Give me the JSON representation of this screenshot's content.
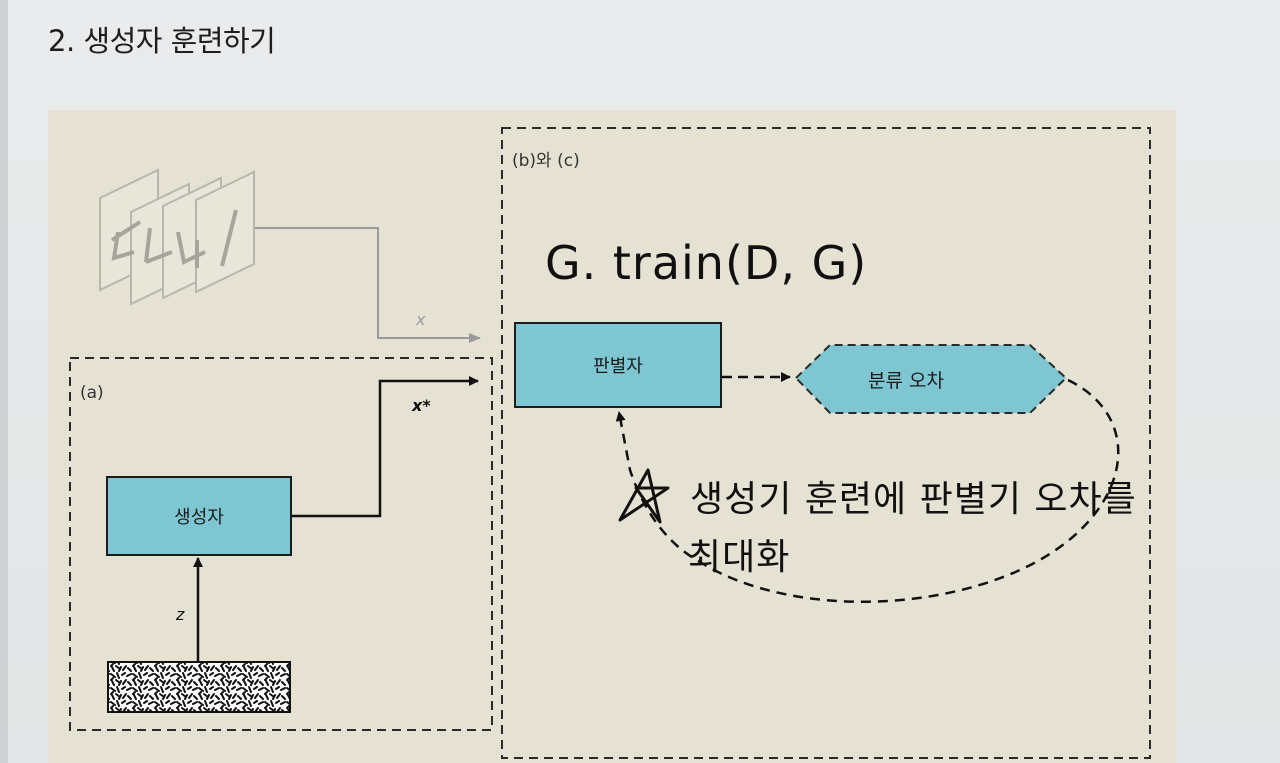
{
  "heading": "2. 생성자 훈련하기",
  "panels": {
    "a_label": "(a)",
    "bc_label": "(b)와 (c)"
  },
  "nodes": {
    "generator": "생성자",
    "discriminator": "판별자",
    "classification_error": "분류 오차"
  },
  "edges": {
    "x": "x",
    "x_star": "x*",
    "z": "z"
  },
  "handwriting": {
    "code": "G. train(D, G)",
    "note_line1": "생성기 훈련에 판별기 오차를",
    "note_line2": "최대화"
  },
  "colors": {
    "node_fill": "#7ec6d2",
    "panel_bg": "#e6e2d3",
    "page_bg": "#e9ebec"
  }
}
